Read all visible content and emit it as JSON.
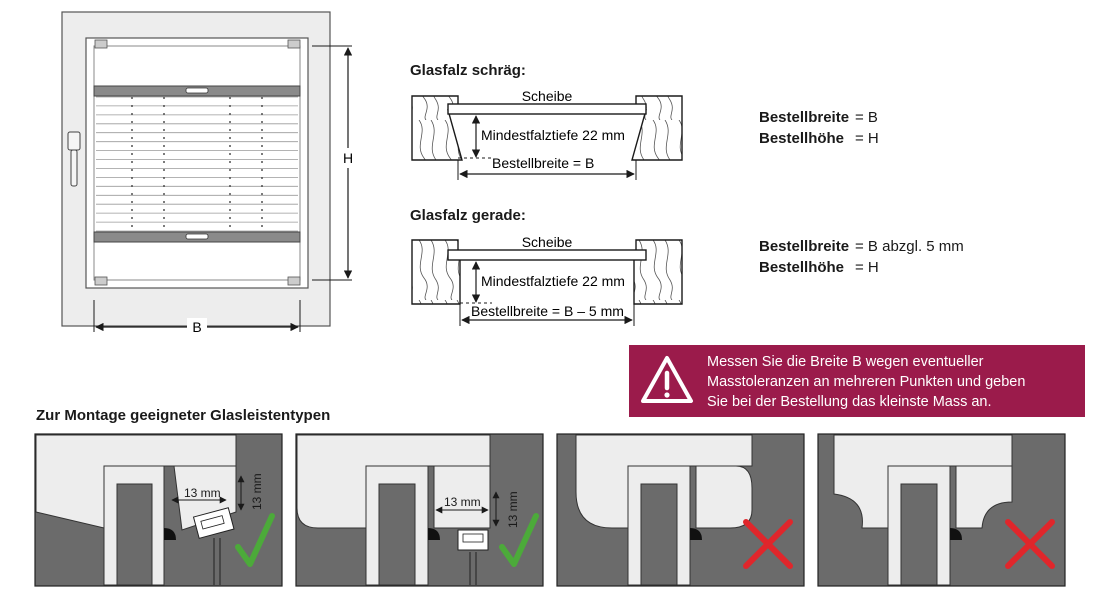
{
  "window_diagram": {
    "width_label": "B",
    "height_label": "H"
  },
  "sections": [
    {
      "heading": "Glasfalz schräg:",
      "pane_label": "Scheibe",
      "depth_label": "Mindestfalztiefe 22 mm",
      "width_label": "Bestellbreite = B",
      "order": {
        "width_key": "Bestellbreite",
        "width_value": "= B",
        "height_key": "Bestellhöhe",
        "height_value": "= H"
      }
    },
    {
      "heading": "Glasfalz gerade:",
      "pane_label": "Scheibe",
      "depth_label": "Mindestfalztiefe 22 mm",
      "width_label": "Bestellbreite = B – 5 mm",
      "order": {
        "width_key": "Bestellbreite",
        "width_value": "= B abzgl. 5 mm",
        "height_key": "Bestellhöhe",
        "height_value": "= H"
      }
    }
  ],
  "warning": {
    "icon": "warning-triangle-icon",
    "lines": [
      "Messen Sie die Breite B wegen eventueller",
      "Masstoleranzen an mehreren Punkten und geben",
      "Sie bei der Bestellung das kleinste Mass an."
    ],
    "color": "#9b1b4b"
  },
  "glazing_bead_title": "Zur Montage geeigneter Glasleistentypen",
  "glazing_beads": [
    {
      "suitable": true,
      "icon": "check-icon",
      "dim_horizontal": "13 mm",
      "dim_vertical": "13 mm"
    },
    {
      "suitable": true,
      "icon": "check-icon",
      "dim_horizontal": "13 mm",
      "dim_vertical": "13 mm"
    },
    {
      "suitable": false,
      "icon": "cross-icon"
    },
    {
      "suitable": false,
      "icon": "cross-icon"
    }
  ],
  "colors": {
    "check": "#4caa3a",
    "cross": "#e0262b",
    "panel_dark": "#6b6b6b",
    "frame_light": "#ededed"
  }
}
